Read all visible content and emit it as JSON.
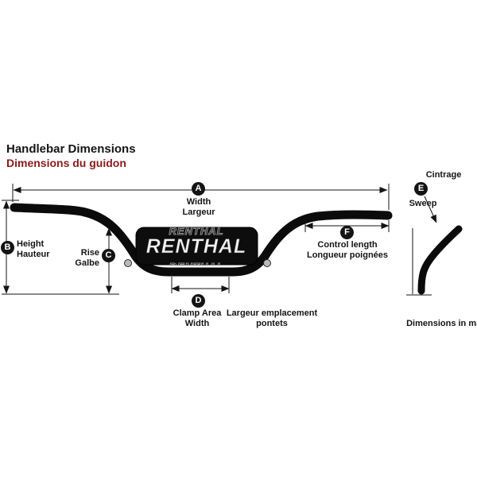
{
  "titles": {
    "en": "Handlebar Dimensions",
    "fr": "Dimensions du guidon"
  },
  "pad": {
    "label": "RENTHAL"
  },
  "callouts": {
    "a": {
      "letter": "A",
      "en": "Width",
      "fr": "Largeur"
    },
    "b": {
      "letter": "B",
      "en": "Height",
      "fr": "Hauteur"
    },
    "c": {
      "letter": "C",
      "en": "Rise",
      "fr": "Galbe"
    },
    "d": {
      "letter": "D",
      "en_line1": "Clamp Area",
      "en_line2": "Width",
      "fr_line1": "Largeur emplacement",
      "fr_line2": "pontets"
    },
    "e": {
      "letter": "E",
      "en": "Sweep",
      "fr": "Cintrage"
    },
    "f": {
      "letter": "F",
      "en": "Control length",
      "fr": "Longueur poignées"
    }
  },
  "footnote": "Dimensions in mm",
  "colors": {
    "title_fr": "#8B1A1A",
    "line": "#141414",
    "tube": "#0b0b0b",
    "pad": "#0d0d0d",
    "pad_text": "#f2f2f2"
  }
}
